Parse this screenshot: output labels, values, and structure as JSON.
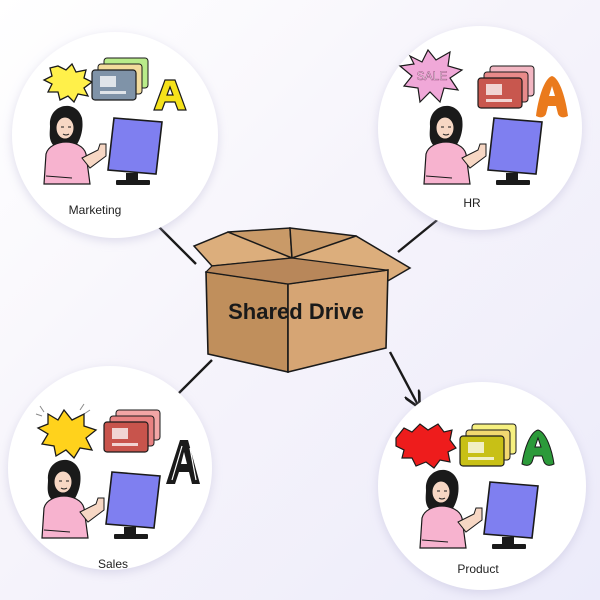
{
  "center": {
    "label": "Shared Drive"
  },
  "teams": [
    {
      "name": "Marketing",
      "burst_color": "#fff04a",
      "burst_text": "",
      "card_color": "#7f93a8",
      "letter_color": "#f5e21a"
    },
    {
      "name": "HR",
      "burst_color": "#f0a8d8",
      "burst_text": "SALE",
      "card_color": "#c8574e",
      "letter_color": "#ea7a1c"
    },
    {
      "name": "Sales",
      "burst_color": "#ffd21c",
      "burst_text": "",
      "card_color": "#c8544c",
      "letter_color": "#1a1a1a"
    },
    {
      "name": "Product",
      "burst_color": "#ee1c1c",
      "burst_text": "",
      "card_color": "#c8c016",
      "letter_color": "#2c9a3a"
    }
  ],
  "colors": {
    "box": "#d6a574",
    "box_dark": "#c08f5c",
    "monitor": "#7f7ff0",
    "shirt": "#f7b3cf",
    "arrow": "#1a1a1a"
  }
}
